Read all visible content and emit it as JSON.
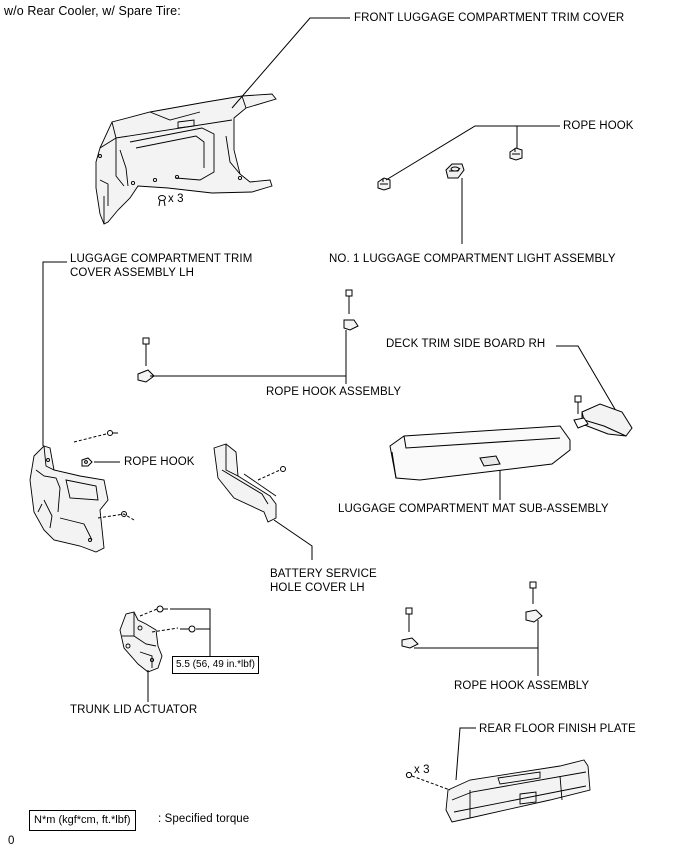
{
  "header": {
    "condition": "w/o Rear Cooler, w/ Spare Tire:"
  },
  "labels": {
    "front_trim_cover": "FRONT LUGGAGE COMPARTMENT TRIM COVER",
    "rope_hook_top": "ROPE HOOK",
    "light_assembly": "NO. 1 LUGGAGE COMPARTMENT LIGHT ASSEMBLY",
    "trim_cover_lh_line1": "LUGGAGE COMPARTMENT TRIM",
    "trim_cover_lh_line2": "COVER ASSEMBLY LH",
    "deck_trim_side_board": "DECK TRIM SIDE BOARD RH",
    "rope_hook_assembly_left": "ROPE HOOK ASSEMBLY",
    "rope_hook_mid": "ROPE HOOK",
    "mat_sub_assembly": "LUGGAGE COMPARTMENT MAT SUB-ASSEMBLY",
    "battery_cover_line1": "BATTERY SERVICE",
    "battery_cover_line2": "HOLE COVER LH",
    "trunk_lid_actuator": "TRUNK LID ACTUATOR",
    "rope_hook_assembly_right": "ROPE HOOK ASSEMBLY",
    "rear_floor_plate": "REAR FLOOR FINISH PLATE"
  },
  "quantities": {
    "front_clips": "x 3",
    "rear_clips": "x 3"
  },
  "torque": {
    "actuator": "5.5 (56, 49 in.*lbf)"
  },
  "legend": {
    "unit_box": "N*m (kgf*cm, ft.*lbf)",
    "desc": ": Specified torque"
  },
  "footer": {
    "code": "0"
  }
}
